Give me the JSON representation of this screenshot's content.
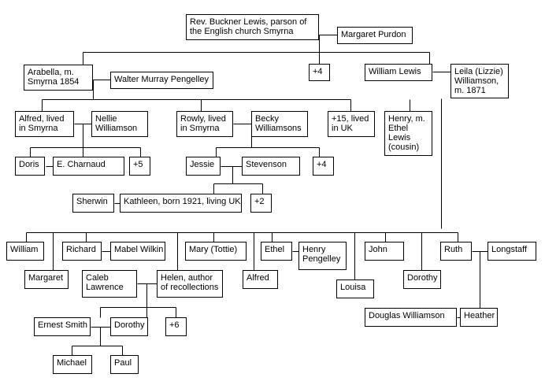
{
  "colors": {
    "line": "#000000",
    "box_border": "#000000",
    "box_fill": "#ffffff",
    "text": "#000000"
  },
  "people": {
    "buckner": [
      "Rev. Buckner Lewis, parson of",
      "the English church Smyrna"
    ],
    "margaret_purdon": [
      "Margaret Purdon"
    ],
    "arabella": [
      "Arabella, m.",
      "Smyrna 1854"
    ],
    "plus4_top": [
      "+4"
    ],
    "william_lewis": [
      "William Lewis"
    ],
    "leila": [
      "Leila (Lizzie)",
      "Williamson,",
      "m. 1871"
    ],
    "walter": [
      "Walter Murray Pengelley"
    ],
    "alfred_smyrna": [
      "Alfred, lived",
      "in Smyrna"
    ],
    "nellie": [
      "Nellie",
      "Williamson"
    ],
    "rowly": [
      "Rowly, lived",
      "in Smyrna"
    ],
    "becky": [
      "Becky",
      "Williamsons"
    ],
    "plus15": [
      "+15, lived",
      "in UK"
    ],
    "henry_m": [
      "Henry, m.",
      "Ethel",
      "Lewis",
      "(cousin)"
    ],
    "doris": [
      "Doris"
    ],
    "charnaud": [
      "E. Charnaud"
    ],
    "plus5": [
      "+5"
    ],
    "jessie": [
      "Jessie"
    ],
    "stevenson": [
      "Stevenson"
    ],
    "plus4_mid": [
      "+4"
    ],
    "sherwin": [
      "Sherwin"
    ],
    "kathleen": [
      "Kathleen, born 1921, living UK"
    ],
    "plus2": [
      "+2"
    ],
    "william": [
      "William"
    ],
    "margaret": [
      "Margaret"
    ],
    "richard": [
      "Richard"
    ],
    "mabel": [
      "Mabel Wilkin"
    ],
    "mary": [
      "Mary (Tottie)"
    ],
    "alfred": [
      "Alfred"
    ],
    "ethel": [
      "Ethel"
    ],
    "henry_pengelley": [
      "Henry",
      "Pengelley"
    ],
    "louisa": [
      "Louisa"
    ],
    "john": [
      "John"
    ],
    "dorothy_r": [
      "Dorothy"
    ],
    "ruth": [
      "Ruth"
    ],
    "longstaff": [
      "Longstaff"
    ],
    "caleb": [
      "Caleb",
      "Lawrence"
    ],
    "helen": [
      "Helen, author",
      "of recollections"
    ],
    "ernest": [
      "Ernest Smith"
    ],
    "dorothy_l": [
      "Dorothy"
    ],
    "plus6": [
      "+6"
    ],
    "douglas": [
      "Douglas Williamson"
    ],
    "heather": [
      "Heather"
    ],
    "michael": [
      "Michael"
    ],
    "paul": [
      "Paul"
    ]
  }
}
